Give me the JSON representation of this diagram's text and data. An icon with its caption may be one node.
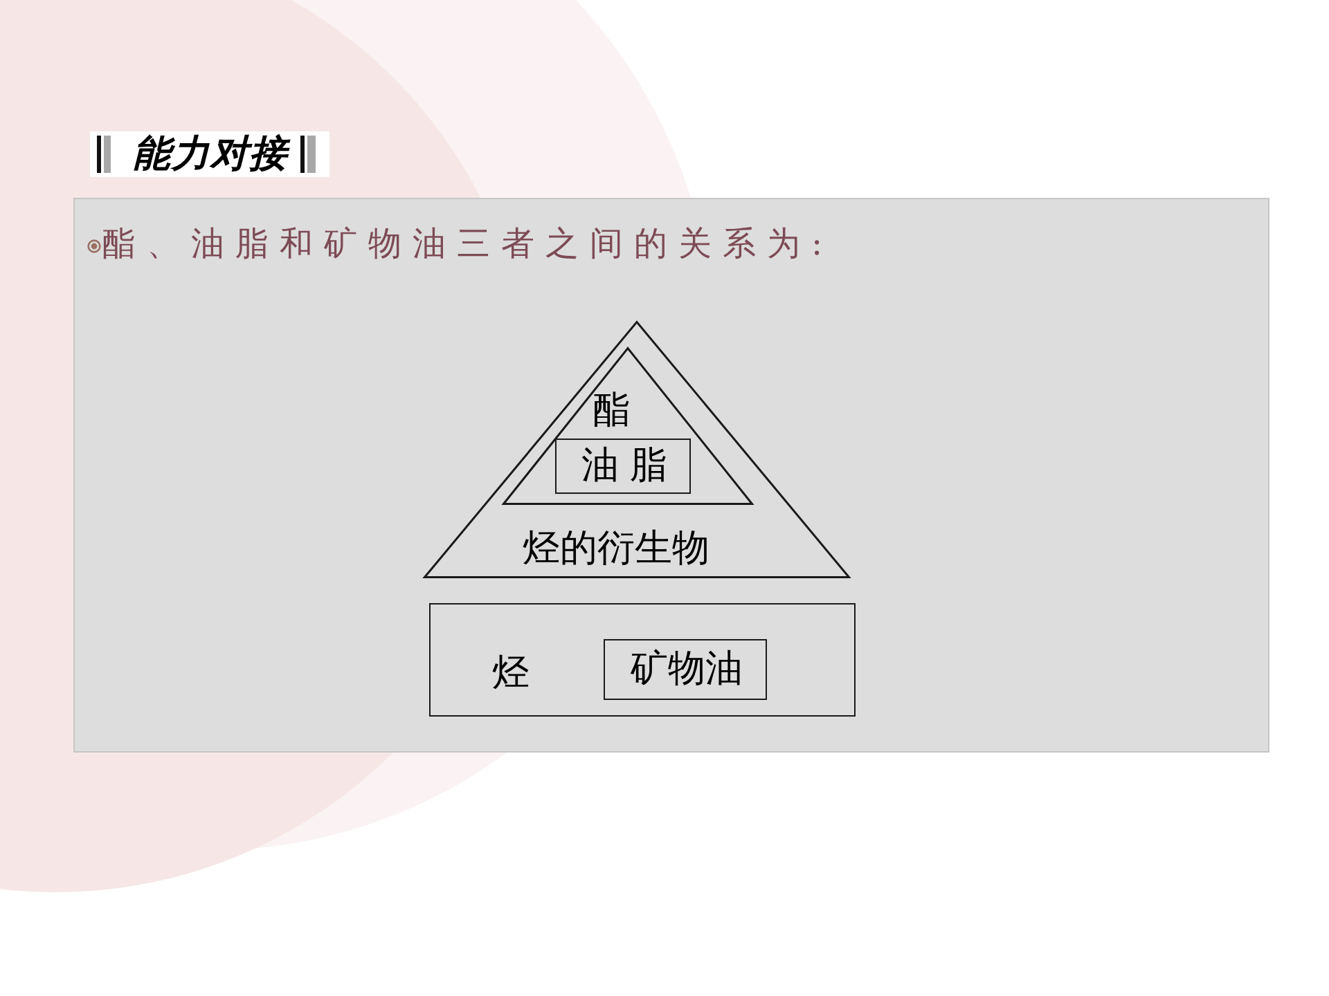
{
  "diagram": {
    "title": "能力对接",
    "nodes": [
      {
        "text": [
          "烃的衍生物"
        ]
      },
      {
        "text": [
          "酯"
        ],
        "in": 0
      },
      {
        "text": [
          "油脂"
        ],
        "in": 1
      },
      {
        "text": [
          "烃"
        ]
      },
      {
        "text": [
          "矿物油"
        ],
        "in": 3
      }
    ],
    "labels": [
      "酯、油脂和矿物油三者之间的关系为:"
    ]
  }
}
